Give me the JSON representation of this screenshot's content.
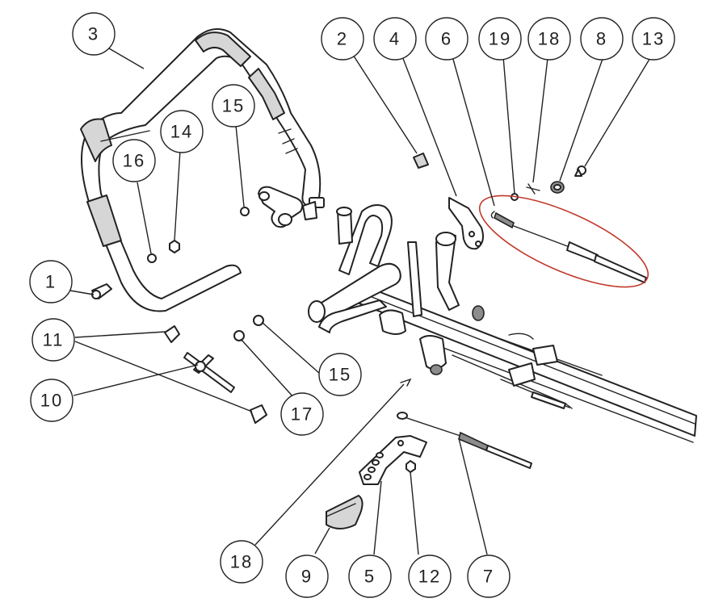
{
  "diagram": {
    "highlight_color": "#c0392b",
    "line_color": "#222222",
    "callouts": [
      {
        "id": "c3",
        "label": "3"
      },
      {
        "id": "c2",
        "label": "2"
      },
      {
        "id": "c4",
        "label": "4"
      },
      {
        "id": "c6",
        "label": "6"
      },
      {
        "id": "c19",
        "label": "19"
      },
      {
        "id": "c18a",
        "label": "18"
      },
      {
        "id": "c8",
        "label": "8"
      },
      {
        "id": "c13",
        "label": "13"
      },
      {
        "id": "c15a",
        "label": "15"
      },
      {
        "id": "c14",
        "label": "14"
      },
      {
        "id": "c16",
        "label": "16"
      },
      {
        "id": "c1",
        "label": "1"
      },
      {
        "id": "c11",
        "label": "11"
      },
      {
        "id": "c10",
        "label": "10"
      },
      {
        "id": "c15b",
        "label": "15"
      },
      {
        "id": "c17",
        "label": "17"
      },
      {
        "id": "c18b",
        "label": "18"
      },
      {
        "id": "c9",
        "label": "9"
      },
      {
        "id": "c5",
        "label": "5"
      },
      {
        "id": "c12",
        "label": "12"
      },
      {
        "id": "c7",
        "label": "7"
      }
    ]
  }
}
